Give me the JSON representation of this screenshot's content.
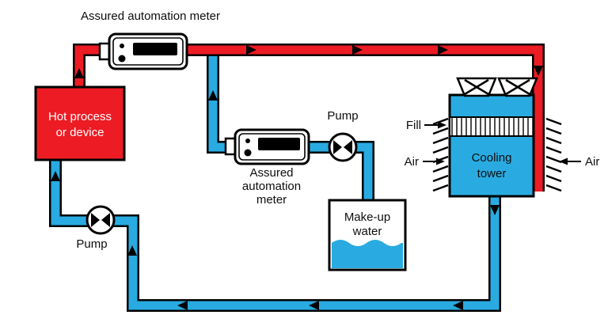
{
  "colors": {
    "hot": "#ed1c24",
    "cold": "#29abe2"
  },
  "top_meter": {
    "label": "Assured automation meter"
  },
  "mid_meter": {
    "line1": "Assured",
    "line2": "automation",
    "line3": "meter"
  },
  "hot_process": {
    "line1": "Hot process",
    "line2": "or device"
  },
  "upper_pump": {
    "label": "Pump"
  },
  "lower_pump": {
    "label": "Pump"
  },
  "makeup_tank": {
    "line1": "Make-up",
    "line2": "water"
  },
  "cooling_tower": {
    "line1": "Cooling",
    "line2": "tower"
  },
  "fill": {
    "label": "Fill"
  },
  "air": {
    "left": "Air",
    "right": "Air"
  }
}
